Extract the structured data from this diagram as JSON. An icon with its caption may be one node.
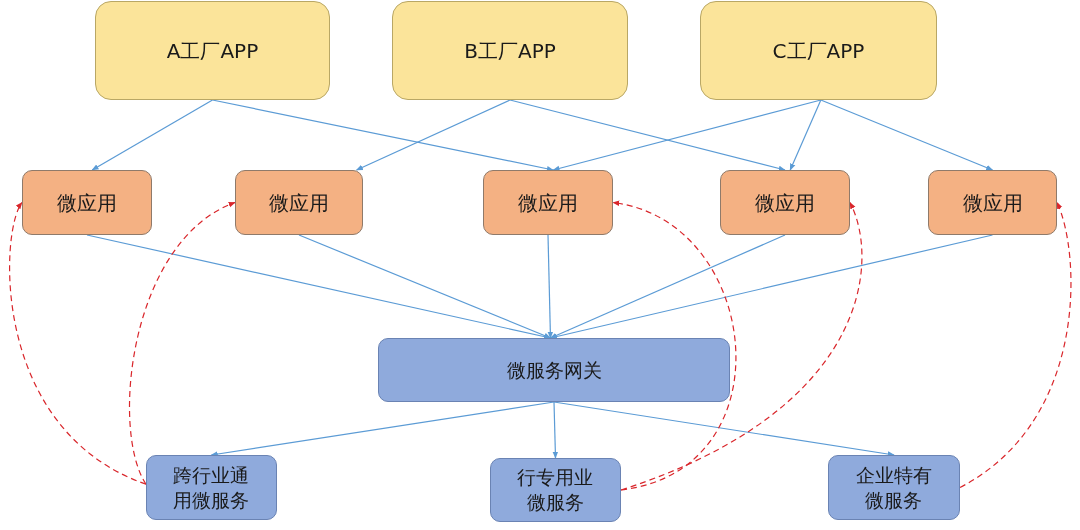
{
  "diagram": {
    "nodes": [
      {
        "text": [
          "A工厂APP"
        ]
      },
      {
        "text": [
          "B工厂APP"
        ]
      },
      {
        "text": [
          "C工厂APP"
        ]
      },
      {
        "text": [
          "微应用"
        ]
      },
      {
        "text": [
          "微应用"
        ]
      },
      {
        "text": [
          "微应用"
        ]
      },
      {
        "text": [
          "微应用"
        ]
      },
      {
        "text": [
          "微应用"
        ]
      },
      {
        "text": [
          "微服务网关"
        ]
      },
      {
        "text": [
          "跨行业通用微服务"
        ]
      },
      {
        "text": [
          "行专用业微服务"
        ]
      },
      {
        "text": [
          "企业特有微服务"
        ]
      }
    ],
    "edges": [
      {
        "from": 0,
        "to": 3,
        "arrow": "to"
      },
      {
        "from": 0,
        "to": 5,
        "arrow": "to"
      },
      {
        "from": 1,
        "to": 4,
        "arrow": "to"
      },
      {
        "from": 1,
        "to": 6,
        "arrow": "to"
      },
      {
        "from": 2,
        "to": 5,
        "arrow": "to"
      },
      {
        "from": 2,
        "to": 6,
        "arrow": "to"
      },
      {
        "from": 2,
        "to": 7,
        "arrow": "to"
      },
      {
        "from": 3,
        "to": 8,
        "arrow": "to"
      },
      {
        "from": 4,
        "to": 8,
        "arrow": "to"
      },
      {
        "from": 5,
        "to": 8,
        "arrow": "to"
      },
      {
        "from": 6,
        "to": 8,
        "arrow": "to"
      },
      {
        "from": 7,
        "to": 8,
        "arrow": "to"
      },
      {
        "from": 8,
        "to": 9,
        "arrow": "to"
      },
      {
        "from": 8,
        "to": 10,
        "arrow": "to"
      },
      {
        "from": 8,
        "to": 11,
        "arrow": "to"
      },
      {
        "from": 9,
        "to": 3,
        "arrow": "to",
        "style": "dashed",
        "color": "#d9262b"
      },
      {
        "from": 9,
        "to": 4,
        "arrow": "to",
        "style": "dashed",
        "color": "#d9262b"
      },
      {
        "from": 10,
        "to": 5,
        "arrow": "to",
        "style": "dashed",
        "color": "#d9262b"
      },
      {
        "from": 10,
        "to": 6,
        "arrow": "to",
        "style": "dashed",
        "color": "#d9262b"
      },
      {
        "from": 11,
        "to": 7,
        "arrow": "to",
        "style": "dashed",
        "color": "#d9262b"
      }
    ]
  }
}
